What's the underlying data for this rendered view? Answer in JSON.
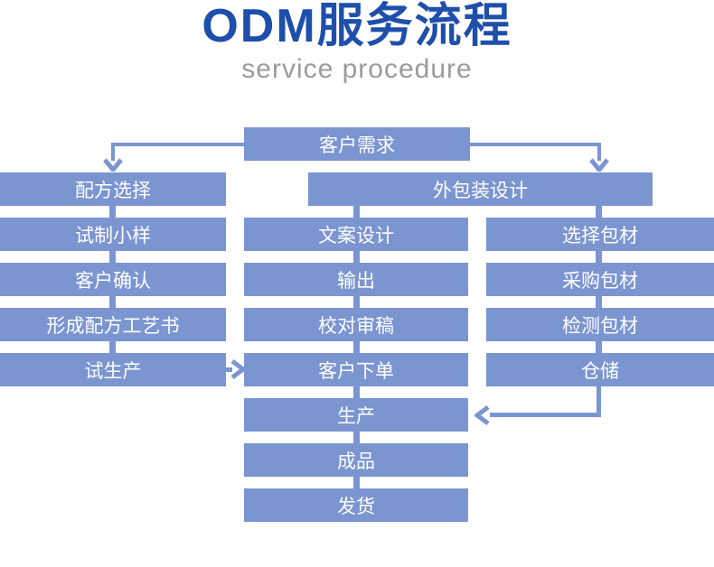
{
  "header": {
    "title": "ODM服务流程",
    "subtitle": "service procedure"
  },
  "flow": {
    "root": "客户需求",
    "left_branch": [
      "配方选择",
      "试制小样",
      "客户确认",
      "形成配方工艺书",
      "试生产"
    ],
    "design_header": "外包装设计",
    "middle_branch": [
      "文案设计",
      "输出",
      "校对审稿",
      "客户下单",
      "生产",
      "成品",
      "发货"
    ],
    "right_branch": [
      "选择包材",
      "采购包材",
      "检测包材",
      "仓储"
    ]
  },
  "colors": {
    "box_blue": "#7b95d1",
    "line_blue": "#7b95d1",
    "title_blue": "#1e4fab",
    "subtitle_gray": "#9b9b9b",
    "box_text": "#ffffff"
  }
}
